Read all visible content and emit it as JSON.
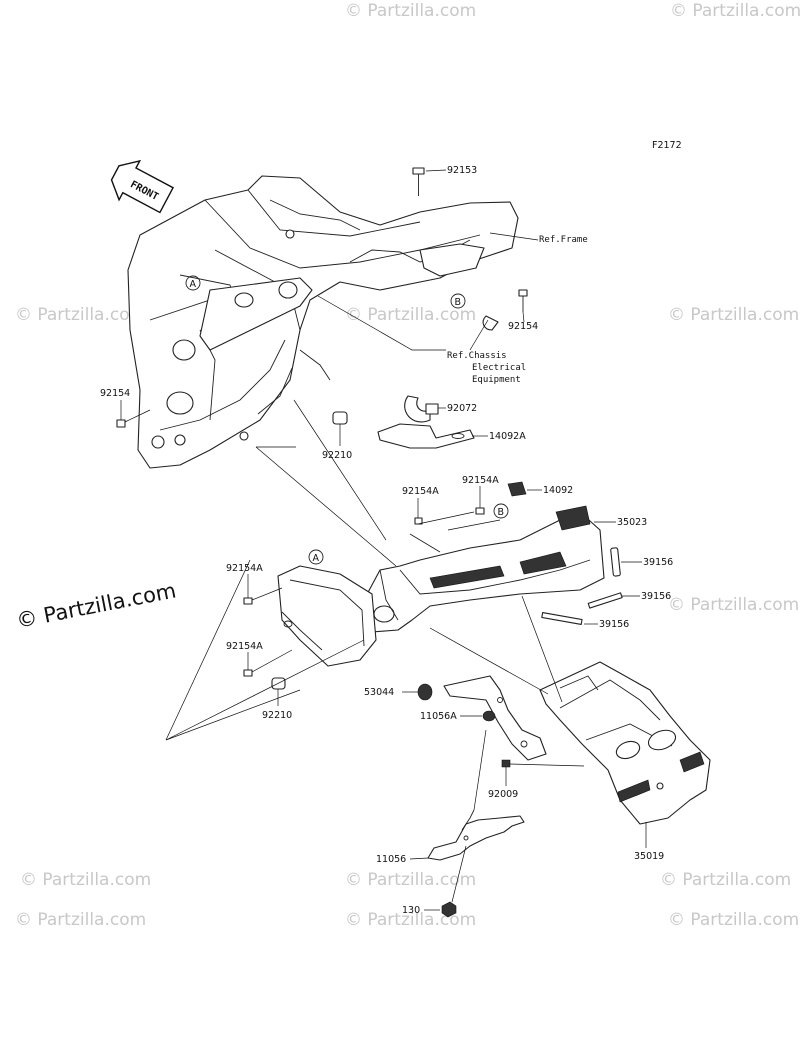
{
  "figure_code": "F2172",
  "front_label": "FRONT",
  "references": {
    "frame": "Ref.Frame",
    "chassis_line1": "Ref.Chassis",
    "chassis_line2": "Electrical",
    "chassis_line3": "Equipment"
  },
  "callouts": {
    "a": "A",
    "b": "B"
  },
  "parts": {
    "p92153": "92153",
    "p92154_right": "92154",
    "p92154_left": "92154",
    "p92072": "92072",
    "p14092A": "14092A",
    "p92210_upper": "92210",
    "p92154A_1": "92154A",
    "p92154A_2": "92154A",
    "p14092": "14092",
    "p35023": "35023",
    "p39156_1": "39156",
    "p39156_2": "39156",
    "p39156_3": "39156",
    "p92154A_3": "92154A",
    "p92154A_4": "92154A",
    "p92210_lower": "92210",
    "p53044": "53044",
    "p11056A": "11056A",
    "p92009": "92009",
    "p35019": "35019",
    "p11056": "11056",
    "p130": "130"
  },
  "watermark": {
    "small": "© Partzilla.com",
    "big": "© Partzilla.com"
  }
}
